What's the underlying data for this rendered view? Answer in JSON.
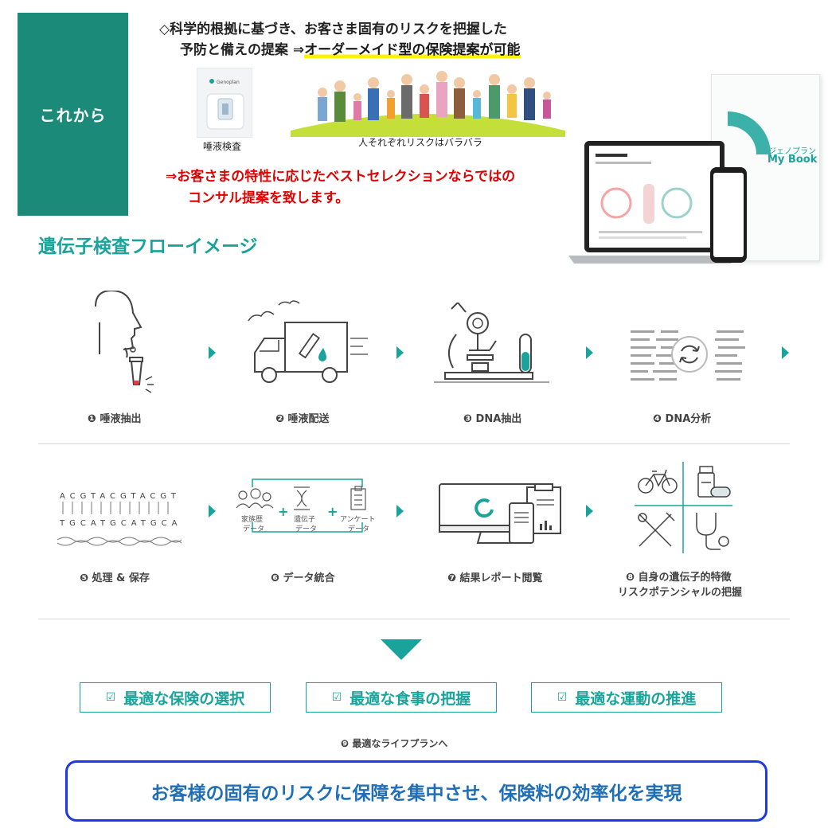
{
  "header": {
    "badge": "これから",
    "intro_line1": "◇科学的根拠に基づき、お客さま固有のリスクを把握した",
    "intro_line2_prefix": "予防と備えの提案 ⇒",
    "intro_line2_highlight": "オーダーメイド型の保険提案が可能",
    "kit_label": "唾液検査",
    "kit_brand": "Genoplan",
    "family_caption": "人それぞれリスクはバラバラ",
    "red_line1": "⇒お客さまの特性に応じたベストセレクションならではの",
    "red_line2": "コンサル提案を致します。",
    "book_sub": "ジェノプラン",
    "book_title": "My Book"
  },
  "flow": {
    "title": "遺伝子検査フローイメージ",
    "steps": [
      {
        "label": "❶ 唾液抽出",
        "icon": "saliva-collection-icon"
      },
      {
        "label": "❷ 唾液配送",
        "icon": "delivery-truck-icon"
      },
      {
        "label": "❸ DNA抽出",
        "icon": "microscope-icon"
      },
      {
        "label": "❹ DNA分析",
        "icon": "dna-analysis-icon"
      },
      {
        "label": "❺ 処理 & 保存",
        "icon": "dna-sequence-icon"
      },
      {
        "label": "❻ データ統合",
        "icon": "data-integration-icon"
      },
      {
        "label": "❼ 結果レポート閲覧",
        "icon": "report-view-icon"
      },
      {
        "label_line1": "❽ 自身の遺伝子的特徴",
        "label_line2": "リスクポテンシャルの把握",
        "icon": "lifestyle-grid-icon"
      }
    ],
    "sequence_top": "ACGTACGTACGT",
    "sequence_bottom": "TGCATGCATGCA",
    "integration": {
      "family": "家族歴\nデータ",
      "gene": "遺伝子\nデータ",
      "survey": "アンケート\nデータ"
    }
  },
  "options": [
    {
      "label": "最適な保険の選択"
    },
    {
      "label": "最適な食事の把握"
    },
    {
      "label": "最適な運動の推進"
    }
  ],
  "lifeplan": "❾ 最適なライフプランへ",
  "conclusion": "お客様の固有のリスクに保障を集中させ、保険料の効率化を実現",
  "colors": {
    "accent": "#1aa39a",
    "badge": "#1b8a78",
    "red": "#e00000",
    "conclusion_border": "#1e38e6",
    "conclusion_text": "#1f6fb8"
  }
}
